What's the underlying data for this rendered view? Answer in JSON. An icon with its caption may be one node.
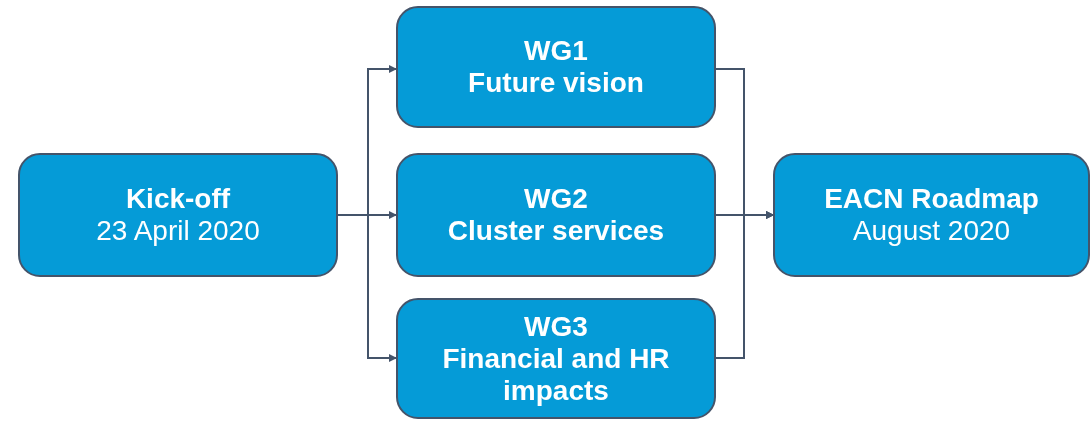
{
  "diagram": {
    "nodes": [
      {
        "text": [
          "Kick-off",
          "23 April 2020"
        ]
      },
      {
        "text": [
          "WG1",
          "Future vision"
        ]
      },
      {
        "text": [
          "WG2",
          "Cluster services"
        ]
      },
      {
        "text": [
          "WG3",
          "Financial and HR impacts"
        ]
      },
      {
        "text": [
          "EACN Roadmap",
          "August 2020"
        ]
      }
    ],
    "edges": [
      {
        "from": 0,
        "to": 1,
        "arrow": "to"
      },
      {
        "from": 0,
        "to": 2,
        "arrow": "to"
      },
      {
        "from": 0,
        "to": 3,
        "arrow": "to"
      },
      {
        "from": 1,
        "to": 4,
        "arrow": "to"
      },
      {
        "from": 2,
        "to": 4,
        "arrow": "to"
      },
      {
        "from": 3,
        "to": 4,
        "arrow": "to"
      }
    ]
  }
}
